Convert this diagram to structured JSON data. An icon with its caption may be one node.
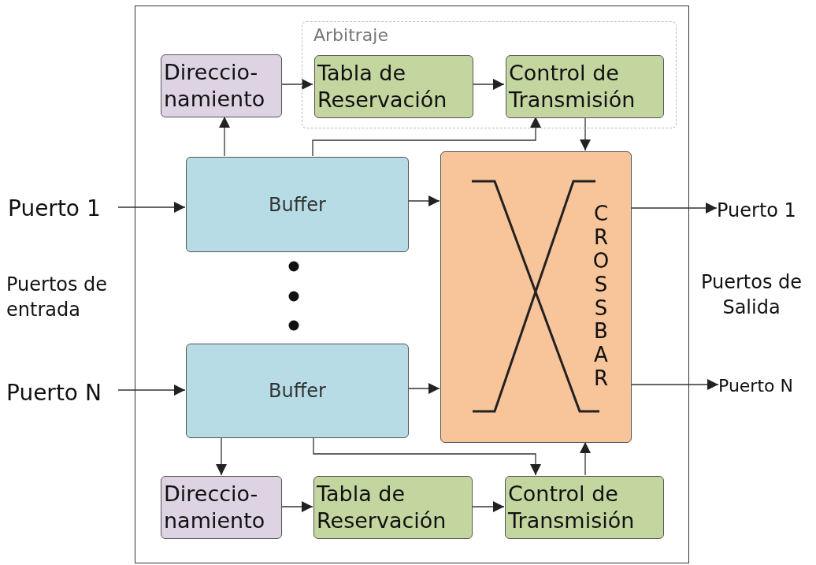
{
  "diagram": {
    "nodes": [
      {
        "text": [],
        "shape": "box"
      },
      {
        "text": [
          "Arbitraje"
        ],
        "in": 0
      },
      {
        "text": [
          "Direccio- namiento"
        ],
        "in": 0
      },
      {
        "text": [
          "Tabla de Reservación"
        ],
        "in": 1
      },
      {
        "text": [
          "Control de Transmisión"
        ],
        "in": 1
      },
      {
        "text": [
          "Buffer"
        ],
        "in": 0
      },
      {
        "text": [
          "CROSSBAR"
        ],
        "in": 0
      },
      {
        "text": [
          "Buffer"
        ],
        "in": 0
      },
      {
        "text": [
          "Direccio- namiento"
        ],
        "in": 0
      },
      {
        "text": [
          "Tabla de Reservación"
        ],
        "in": 0
      },
      {
        "text": [
          "Control de Transmisión"
        ],
        "in": 0
      },
      {
        "text": [
          "Puerto 1"
        ]
      },
      {
        "text": [
          "Puerto N"
        ]
      },
      {
        "text": [
          "Puerto 1"
        ]
      },
      {
        "text": [
          "Puerto N"
        ]
      }
    ],
    "edges": [
      {
        "from": 11,
        "to": 5,
        "arrow": "to"
      },
      {
        "from": 12,
        "to": 7,
        "arrow": "to"
      },
      {
        "from": 5,
        "to": 6,
        "arrow": "to"
      },
      {
        "from": 7,
        "to": 6,
        "arrow": "to"
      },
      {
        "from": 6,
        "to": 13,
        "arrow": "to"
      },
      {
        "from": 6,
        "to": 14,
        "arrow": "to"
      },
      {
        "from": 5,
        "to": 2,
        "arrow": "to"
      },
      {
        "from": 2,
        "to": 3,
        "arrow": "to"
      },
      {
        "from": 3,
        "to": 4,
        "arrow": "to"
      },
      {
        "from": 5,
        "to": 4,
        "arrow": "to"
      },
      {
        "from": 4,
        "to": 6,
        "arrow": "to"
      },
      {
        "from": 7,
        "to": 8,
        "arrow": "to"
      },
      {
        "from": 8,
        "to": 9,
        "arrow": "to"
      },
      {
        "from": 9,
        "to": 10,
        "arrow": "to"
      },
      {
        "from": 7,
        "to": 10,
        "arrow": "to"
      },
      {
        "from": 10,
        "to": 6,
        "arrow": "to"
      }
    ],
    "labels": [
      "Puertos de entrada",
      "Puertos de Salida"
    ]
  }
}
